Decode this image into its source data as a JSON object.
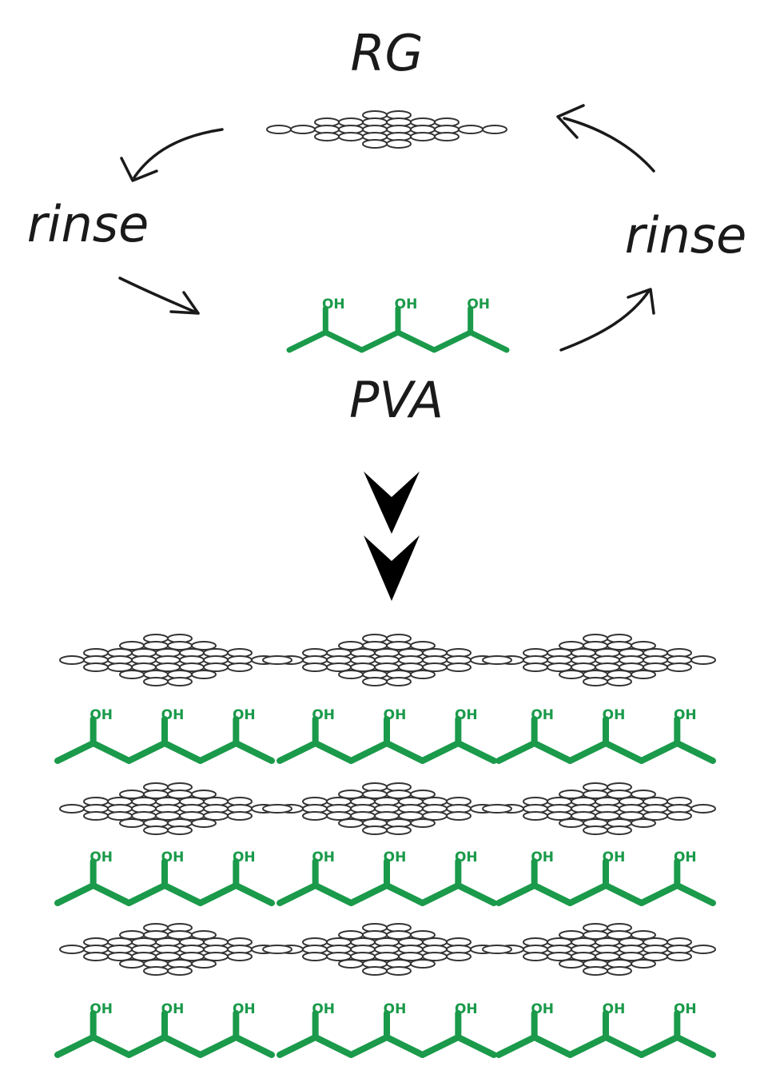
{
  "labels": {
    "rg": "RG",
    "rinse_left": "rinse",
    "rinse_right": "rinse",
    "pva": "PVA",
    "hydroxyl": "OH"
  },
  "colors": {
    "pva_green": "#1a9a4a",
    "sheet_outline": "#333333",
    "text": "#1a1a1a",
    "background": "#ffffff"
  },
  "structure": {
    "stack_layers": 3,
    "sheets_per_layer": 3,
    "pva_segments_per_row": 3,
    "hydroxyl_groups_per_segment": 3
  }
}
